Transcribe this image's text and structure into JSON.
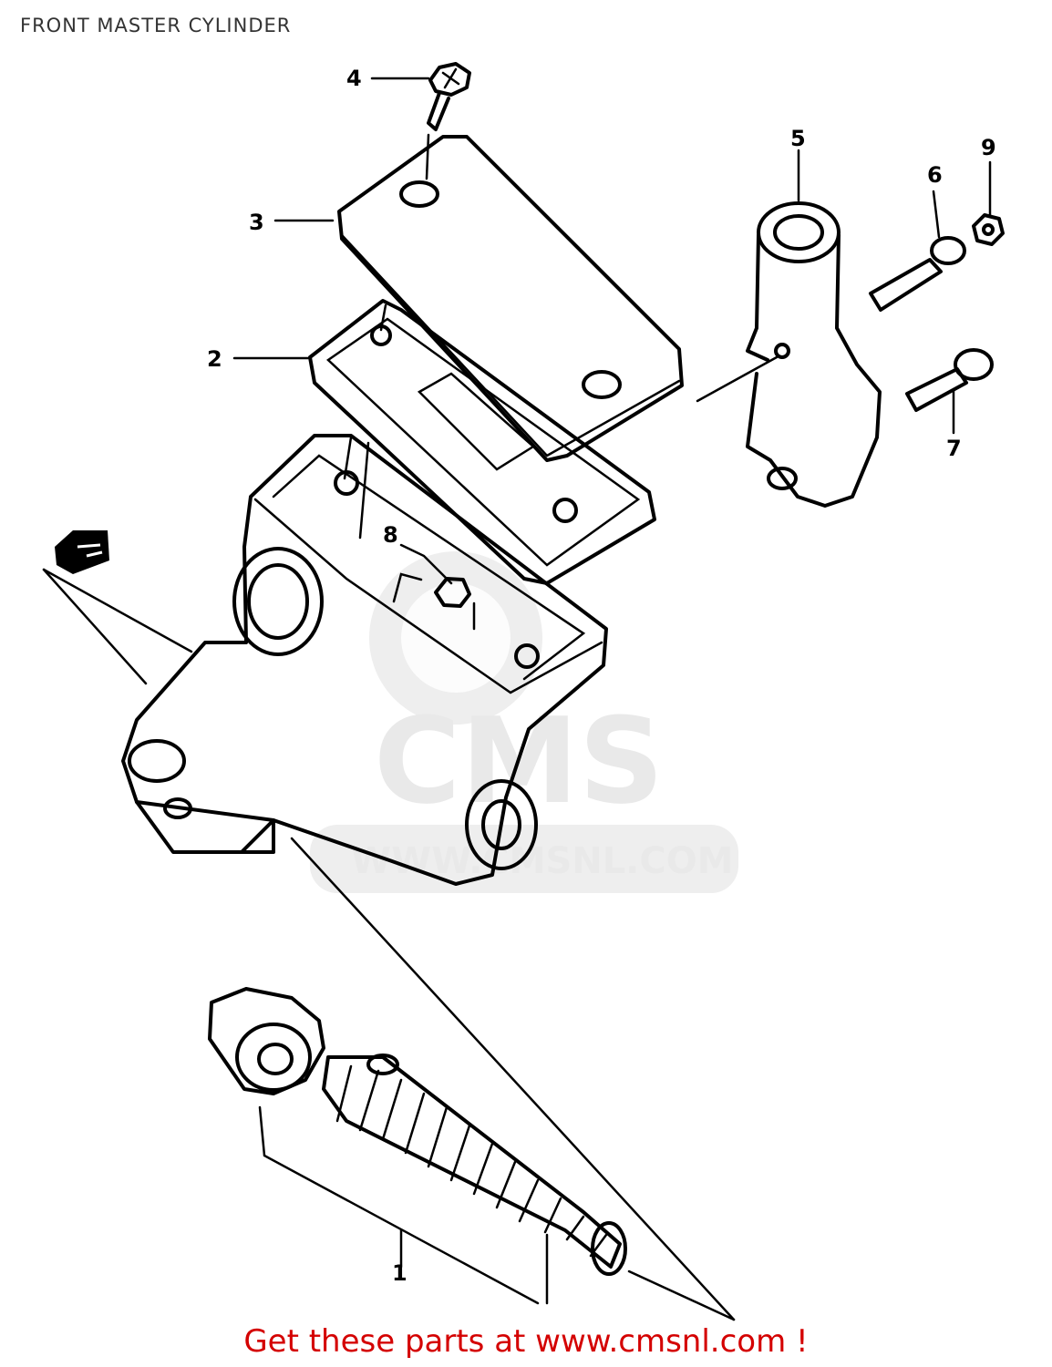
{
  "title": "FRONT MASTER CYLINDER",
  "footer": "Get these parts at www.cmsnl.com !",
  "watermark": {
    "logo": "CMS",
    "url": "WWW.CMSNL.COM"
  },
  "part_labels": [
    "1",
    "2",
    "3",
    "4",
    "5",
    "6",
    "7",
    "8",
    "9"
  ],
  "colors": {
    "footer": "#d40000",
    "title": "#333333",
    "lines": "#000000",
    "watermark": "#e3e3e3"
  }
}
